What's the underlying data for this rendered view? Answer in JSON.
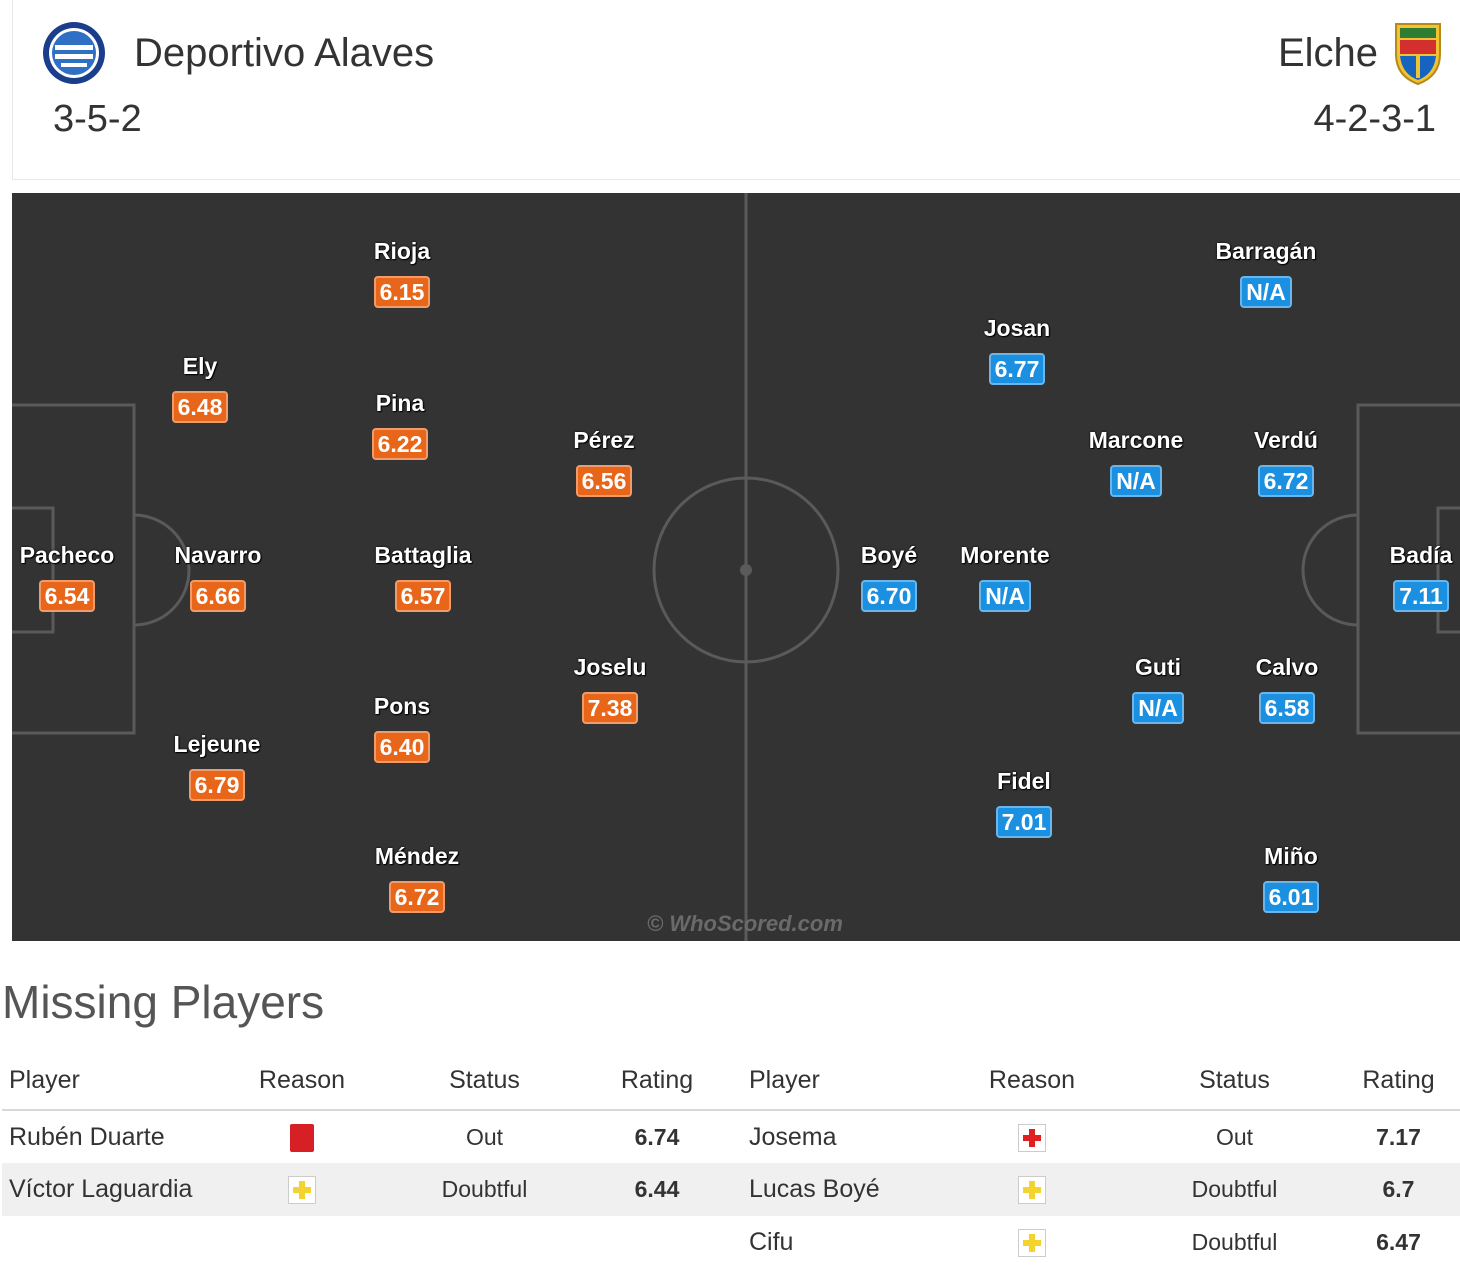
{
  "home": {
    "name": "Deportivo Alaves",
    "formation": "3-5-2",
    "crest_icon": "alaves-crest-icon",
    "color": "#e8661a",
    "players": [
      {
        "name": "Pacheco",
        "rating": "6.54"
      },
      {
        "name": "Ely",
        "rating": "6.48"
      },
      {
        "name": "Navarro",
        "rating": "6.66"
      },
      {
        "name": "Lejeune",
        "rating": "6.79"
      },
      {
        "name": "Rioja",
        "rating": "6.15"
      },
      {
        "name": "Pina",
        "rating": "6.22"
      },
      {
        "name": "Battaglia",
        "rating": "6.57"
      },
      {
        "name": "Pons",
        "rating": "6.40"
      },
      {
        "name": "Méndez",
        "rating": "6.72"
      },
      {
        "name": "Pérez",
        "rating": "6.56"
      },
      {
        "name": "Joselu",
        "rating": "7.38"
      }
    ]
  },
  "away": {
    "name": "Elche",
    "formation": "4-2-3-1",
    "crest_icon": "elche-crest-icon",
    "color": "#1b8fe0",
    "players": [
      {
        "name": "Badía",
        "rating": "7.11"
      },
      {
        "name": "Barragán",
        "rating": "N/A"
      },
      {
        "name": "Verdú",
        "rating": "6.72"
      },
      {
        "name": "Calvo",
        "rating": "6.58"
      },
      {
        "name": "Miño",
        "rating": "6.01"
      },
      {
        "name": "Marcone",
        "rating": "N/A"
      },
      {
        "name": "Guti",
        "rating": "N/A"
      },
      {
        "name": "Josan",
        "rating": "6.77"
      },
      {
        "name": "Morente",
        "rating": "N/A"
      },
      {
        "name": "Fidel",
        "rating": "7.01"
      },
      {
        "name": "Boyé",
        "rating": "6.70"
      }
    ]
  },
  "watermark": "© WhoScored.com",
  "missing": {
    "title": "Missing Players",
    "headers": [
      "Player",
      "Reason",
      "Status",
      "Rating"
    ],
    "home_rows": [
      {
        "player": "Rubén Duarte",
        "reason_icon": "red-card-icon",
        "status": "Out",
        "rating": "6.74"
      },
      {
        "player": "Víctor Laguardia",
        "reason_icon": "doubtful-icon",
        "status": "Doubtful",
        "rating": "6.44"
      }
    ],
    "away_rows": [
      {
        "player": "Josema",
        "reason_icon": "injury-icon",
        "status": "Out",
        "rating": "7.17"
      },
      {
        "player": "Lucas Boyé",
        "reason_icon": "doubtful-icon",
        "status": "Doubtful",
        "rating": "6.7"
      },
      {
        "player": "Cifu",
        "reason_icon": "doubtful-icon",
        "status": "Doubtful",
        "rating": "6.47"
      }
    ]
  }
}
